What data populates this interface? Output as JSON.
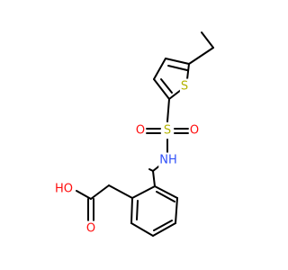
{
  "molecule": {
    "atoms": {
      "sulfur_ring": "S",
      "sulfur_sulfonyl": "S",
      "oxygen_sulfonyl_left": "O",
      "oxygen_sulfonyl_right": "O",
      "nitrogen_amide": "NH",
      "oxygen_hydroxyl": "HO",
      "oxygen_carbonyl": "O"
    },
    "colors": {
      "bond": "#000000",
      "sulfur": "#b3b300",
      "oxygen": "#ff0d0d",
      "nitrogen": "#3050f8"
    }
  }
}
